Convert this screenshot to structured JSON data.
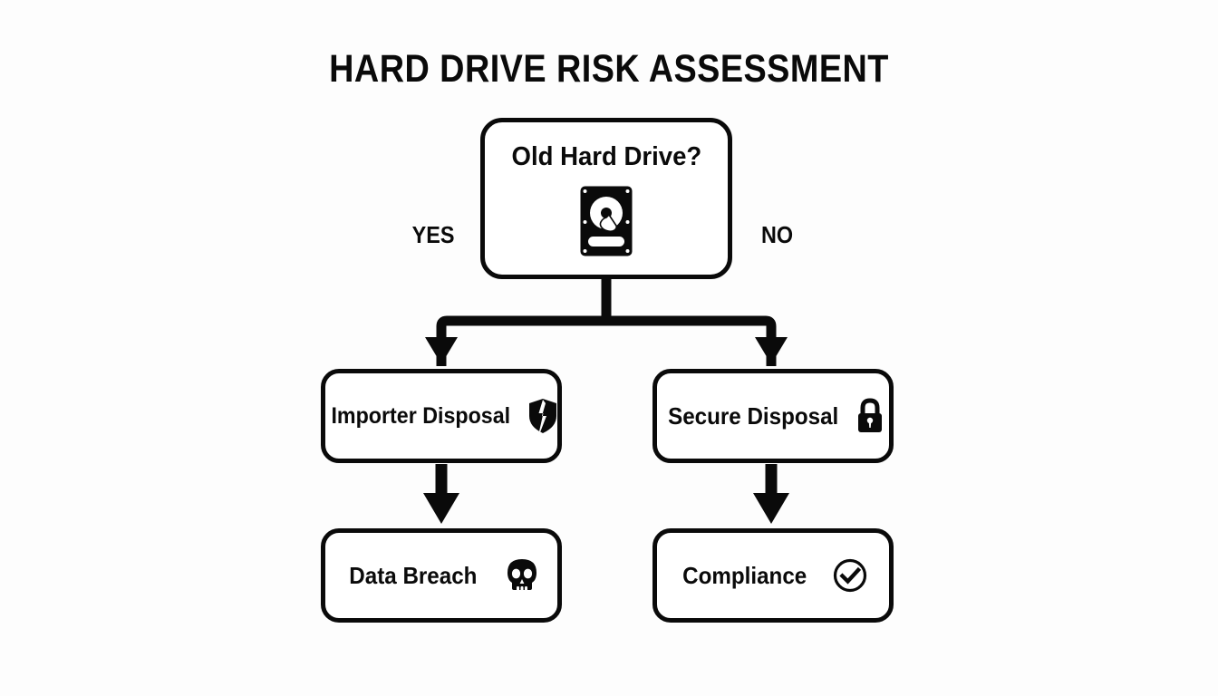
{
  "diagram": {
    "title": "HARD DRIVE RISK ASSESSMENT",
    "background_color": "#fdfdfd",
    "stroke_color": "#0a0a0a",
    "fill_color": "#ffffff"
  },
  "decision": {
    "label": "Old Hard Drive?",
    "icon": "hard-drive-icon"
  },
  "branches": {
    "yes_label": "YES",
    "no_label": "NO"
  },
  "nodes": {
    "mid_left": {
      "label": "Importer Disposal",
      "icon": "broken-shield-icon"
    },
    "mid_right": {
      "label": "Secure Disposal",
      "icon": "padlock-icon"
    },
    "bottom_left": {
      "label": "Data Breach",
      "icon": "skull-icon"
    },
    "bottom_right": {
      "label": "Compliance",
      "icon": "check-circle-icon"
    }
  },
  "chart_data": {
    "type": "diagram",
    "title": "HARD DRIVE RISK ASSESSMENT",
    "nodes": [
      {
        "id": "decision",
        "label": "Old Hard Drive?",
        "icon": "hard-drive-icon",
        "shape": "rounded-rect"
      },
      {
        "id": "mid_left",
        "label": "Importer Disposal",
        "icon": "broken-shield-icon",
        "shape": "rounded-rect"
      },
      {
        "id": "mid_right",
        "label": "Secure Disposal",
        "icon": "padlock-icon",
        "shape": "rounded-rect"
      },
      {
        "id": "bottom_left",
        "label": "Data Breach",
        "icon": "skull-icon",
        "shape": "rounded-rect"
      },
      {
        "id": "bottom_right",
        "label": "Compliance",
        "icon": "check-circle-icon",
        "shape": "rounded-rect"
      }
    ],
    "edges": [
      {
        "from": "decision",
        "to": "mid_left",
        "label": "YES"
      },
      {
        "from": "decision",
        "to": "mid_right",
        "label": "NO"
      },
      {
        "from": "mid_left",
        "to": "bottom_left",
        "label": ""
      },
      {
        "from": "mid_right",
        "to": "bottom_right",
        "label": ""
      }
    ]
  }
}
